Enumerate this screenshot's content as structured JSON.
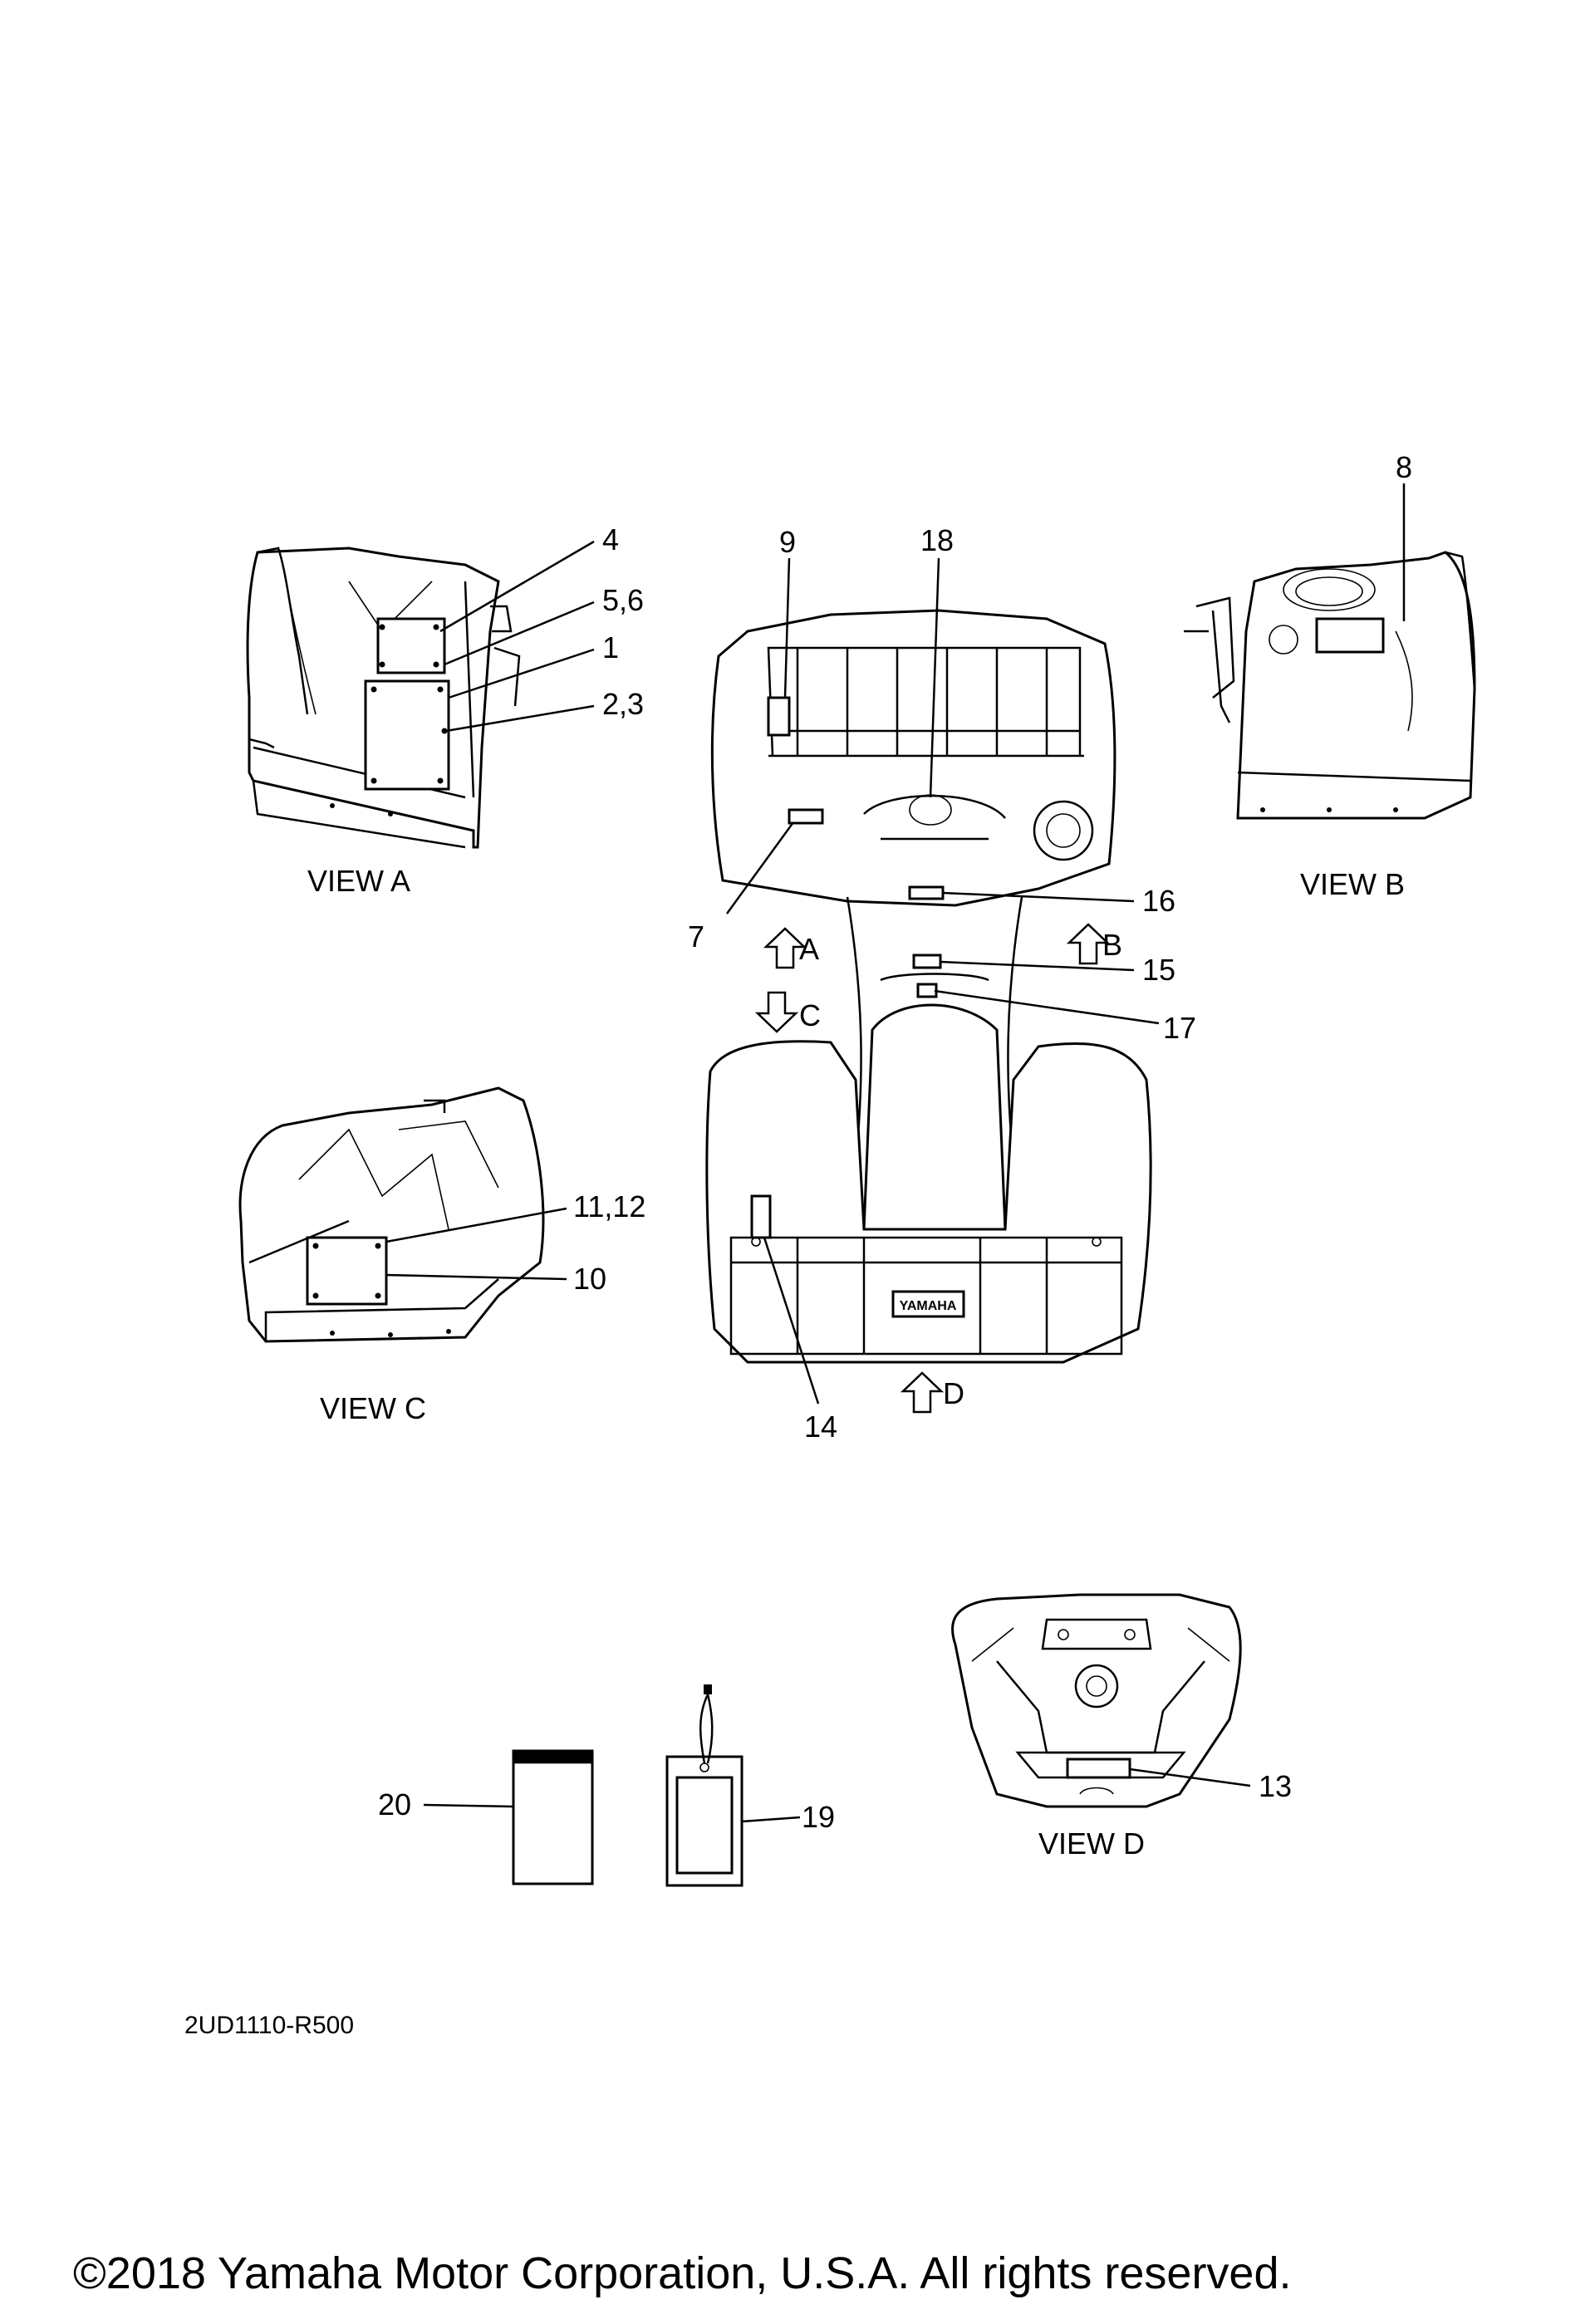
{
  "views": {
    "a": "VIEW A",
    "b": "VIEW B",
    "c": "VIEW C",
    "d": "VIEW D"
  },
  "view_arrows": {
    "a": "A",
    "b": "B",
    "c": "C",
    "d": "D"
  },
  "callouts": {
    "c1": "1",
    "c2_3": "2,3",
    "c4": "4",
    "c5_6": "5,6",
    "c7": "7",
    "c8": "8",
    "c9": "9",
    "c10": "10",
    "c11_12": "11,12",
    "c13": "13",
    "c14": "14",
    "c15": "15",
    "c16": "16",
    "c17": "17",
    "c18": "18",
    "c19": "19",
    "c20": "20"
  },
  "diagram_code": "2UD1110-R500",
  "copyright": "©2018 Yamaha Motor Corporation, U.S.A. All rights reserved.",
  "rack_badge": "YAMAHA"
}
